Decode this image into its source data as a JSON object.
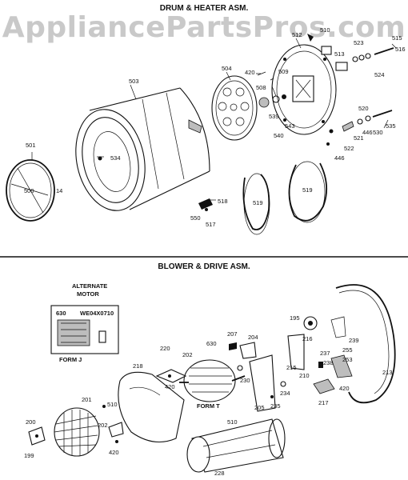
{
  "watermark": "AppliancePartsPros.com",
  "sections": {
    "drum": {
      "title": "DRUM & HEATER ASM."
    },
    "blower": {
      "title": "BLOWER & DRIVE ASM."
    }
  },
  "alt_motor": {
    "title_line1": "ALTERNATE",
    "title_line2": "MOTOR",
    "part": "630",
    "part_code": "WE04X0710",
    "form": "FORM J"
  },
  "form_t": "FORM T",
  "drum_labels": [
    "503",
    "504",
    "512",
    "501",
    "500",
    "14",
    "534",
    "550",
    "518",
    "517",
    "519",
    "519",
    "420",
    "508",
    "539",
    "540",
    "543",
    "509",
    "510",
    "513",
    "515",
    "516",
    "523",
    "524",
    "520",
    "521",
    "446",
    "530",
    "535",
    "522",
    "446"
  ],
  "blower_labels": [
    "195",
    "216",
    "239",
    "255",
    "237",
    "253",
    "238",
    "213",
    "210",
    "420",
    "217",
    "215",
    "207",
    "204",
    "230",
    "234",
    "235",
    "205",
    "220",
    "202",
    "420",
    "630",
    "218",
    "510",
    "201",
    "200",
    "199",
    "202",
    "420",
    "510",
    "228"
  ]
}
